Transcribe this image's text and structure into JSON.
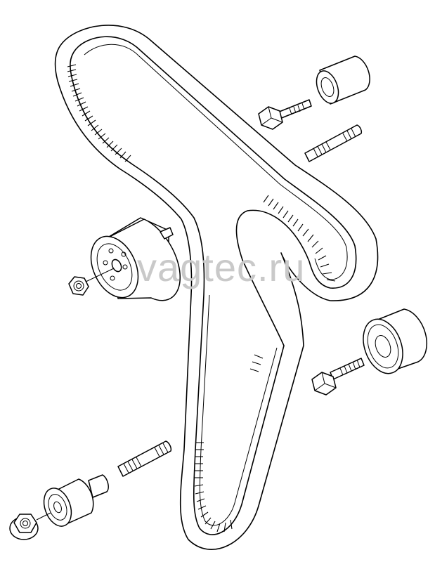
{
  "watermark": {
    "text": "vagtec.ru"
  },
  "parts": [
    {
      "name": "toothed-belt"
    },
    {
      "name": "tensioning-roller"
    },
    {
      "name": "idler-roller-right"
    },
    {
      "name": "idler-roller-bottom"
    },
    {
      "name": "spacer-sleeve"
    },
    {
      "name": "hex-bolt-upper"
    },
    {
      "name": "stud-upper"
    },
    {
      "name": "hex-nut"
    },
    {
      "name": "hex-bolt-right"
    },
    {
      "name": "stud-lower"
    },
    {
      "name": "flange-nut-lower"
    }
  ]
}
